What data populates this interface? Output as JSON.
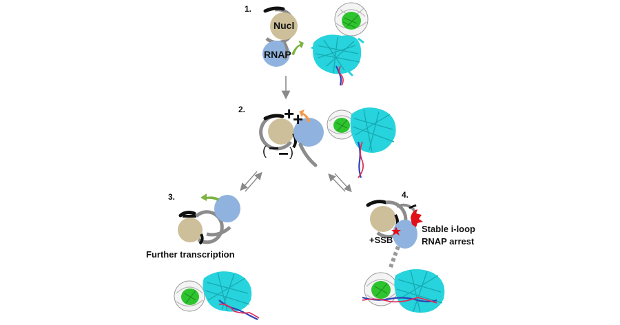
{
  "diagram": {
    "steps": {
      "s1": "1.",
      "s2": "2.",
      "s3": "3.",
      "s4": "4."
    },
    "labels": {
      "nucleosome": "Nucl",
      "polymerase": "RNAP",
      "plus_top": "+",
      "plus_bottom": "+",
      "minus_left": "−",
      "minus_right": "−",
      "paren_open": "(",
      "paren_close": ")",
      "further": "Further transcription",
      "ssb": "+SSB",
      "iloop": "Stable i-loop",
      "arrest": "RNAP arrest"
    },
    "colors": {
      "nucleosome_fill": "#cdbf99",
      "dna_gray": "#8c8c8c",
      "dna_black": "#111111",
      "rnap": "#8fb3de",
      "green_arrow": "#7cb342",
      "orange_arrow": "#f39c50",
      "red_marker": "#e0101a",
      "histone_green": "#2ec42e",
      "rnap_model_cyan": "#27d3dc",
      "dna_helix_blue": "#2a43b8",
      "dna_helix_red": "#e0305a",
      "equilibrium_arrow": "#8a8a8a"
    },
    "icons": [
      "curved-arrow-icon",
      "star-icon",
      "equilibrium-arrow-icon",
      "down-arrow-icon"
    ]
  }
}
